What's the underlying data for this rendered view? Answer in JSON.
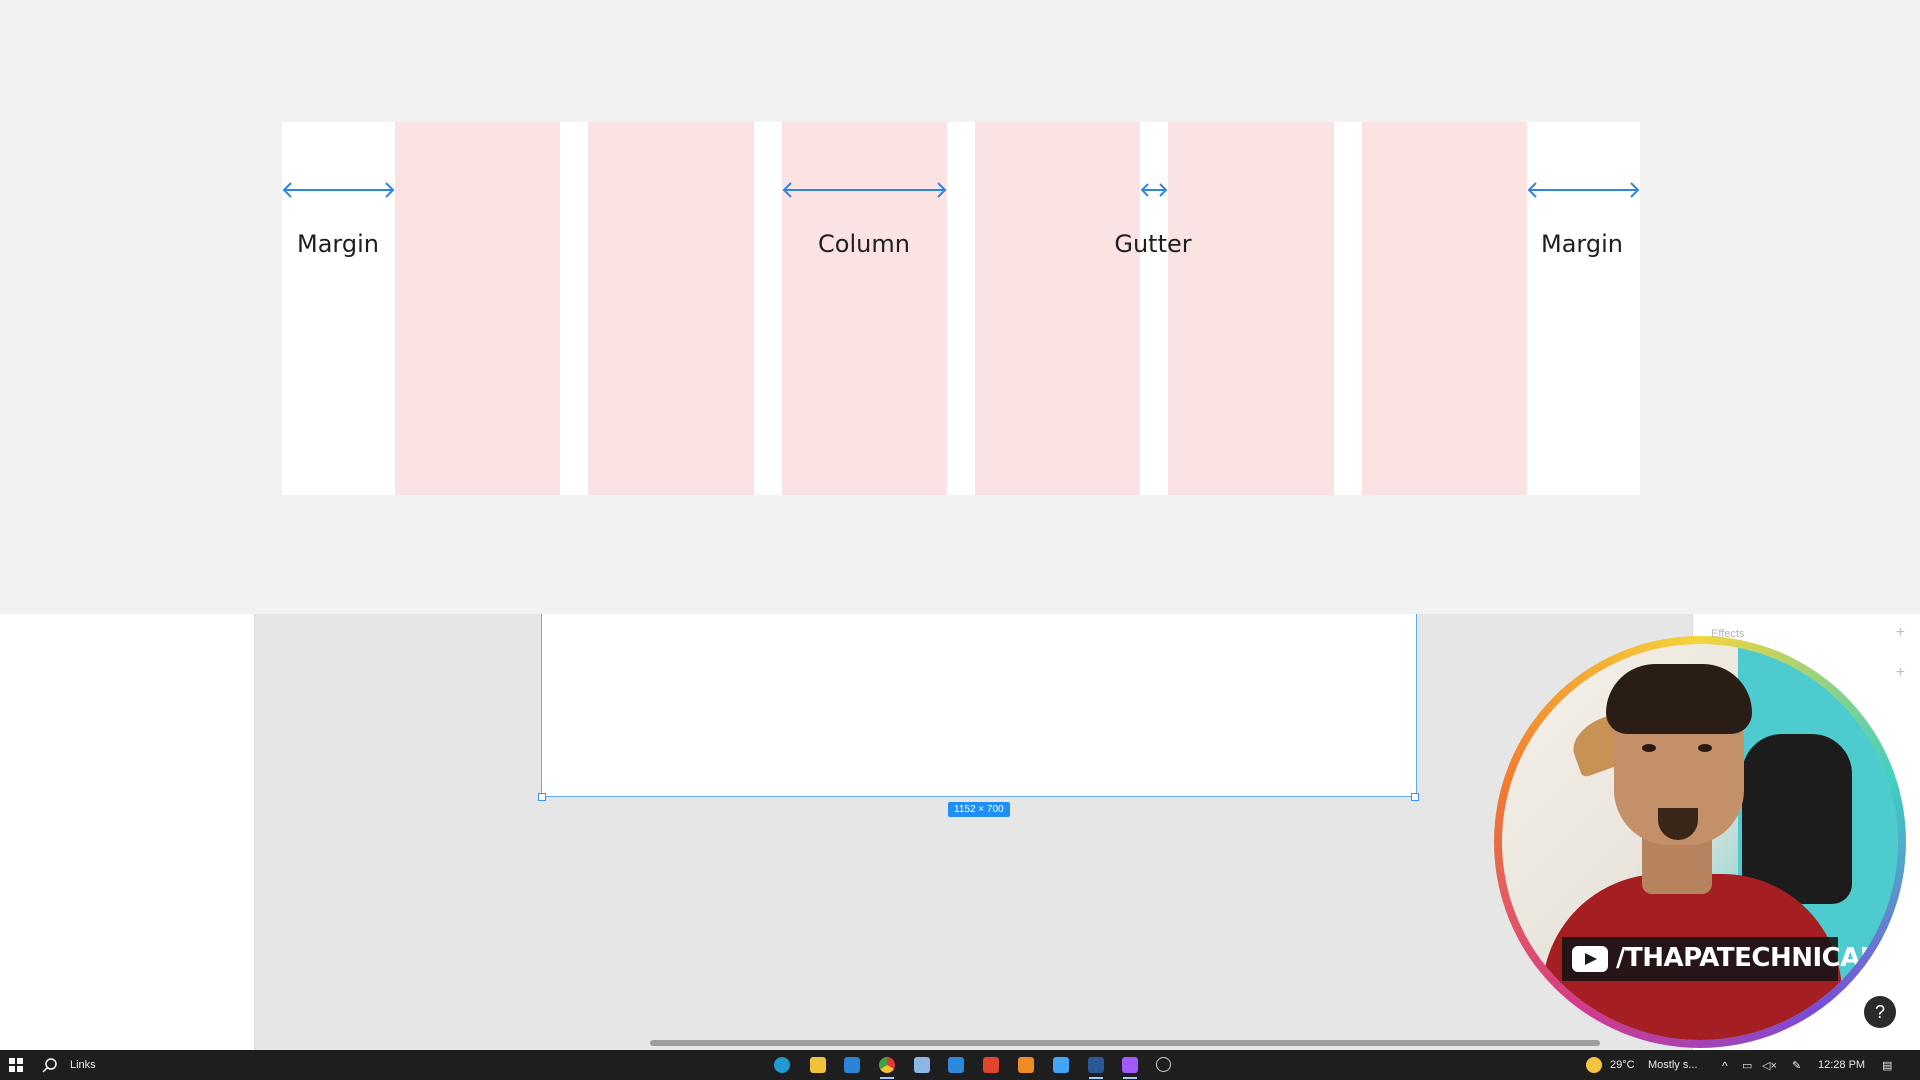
{
  "diagram": {
    "labels": {
      "margin_left": "Margin",
      "column": "Column",
      "gutter": "Gutter",
      "margin_right": "Margin"
    },
    "column_count": 6,
    "colors": {
      "column_fill": "#fbe3e3",
      "arrow": "#2f86de",
      "card": "#ffffff"
    }
  },
  "editor": {
    "frame_dimension_badge": "1152 × 700",
    "right_panel": {
      "effects_label": "Effects"
    }
  },
  "webcam": {
    "channel_handle": "/THAPATECHNICAL",
    "icon": "youtube-icon"
  },
  "help_button": {
    "label": "?"
  },
  "taskbar": {
    "search_label": "Links",
    "weather": {
      "temp": "29°C",
      "condition": "Mostly s..."
    },
    "clock": "12:28 PM",
    "apps": [
      "edge-icon",
      "file-explorer-icon",
      "mail-icon",
      "chrome-icon",
      "app-icon",
      "vscode-icon",
      "office-icon",
      "sublime-icon",
      "notepad-icon",
      "word-icon",
      "figma-icon",
      "clock-app-icon"
    ]
  }
}
